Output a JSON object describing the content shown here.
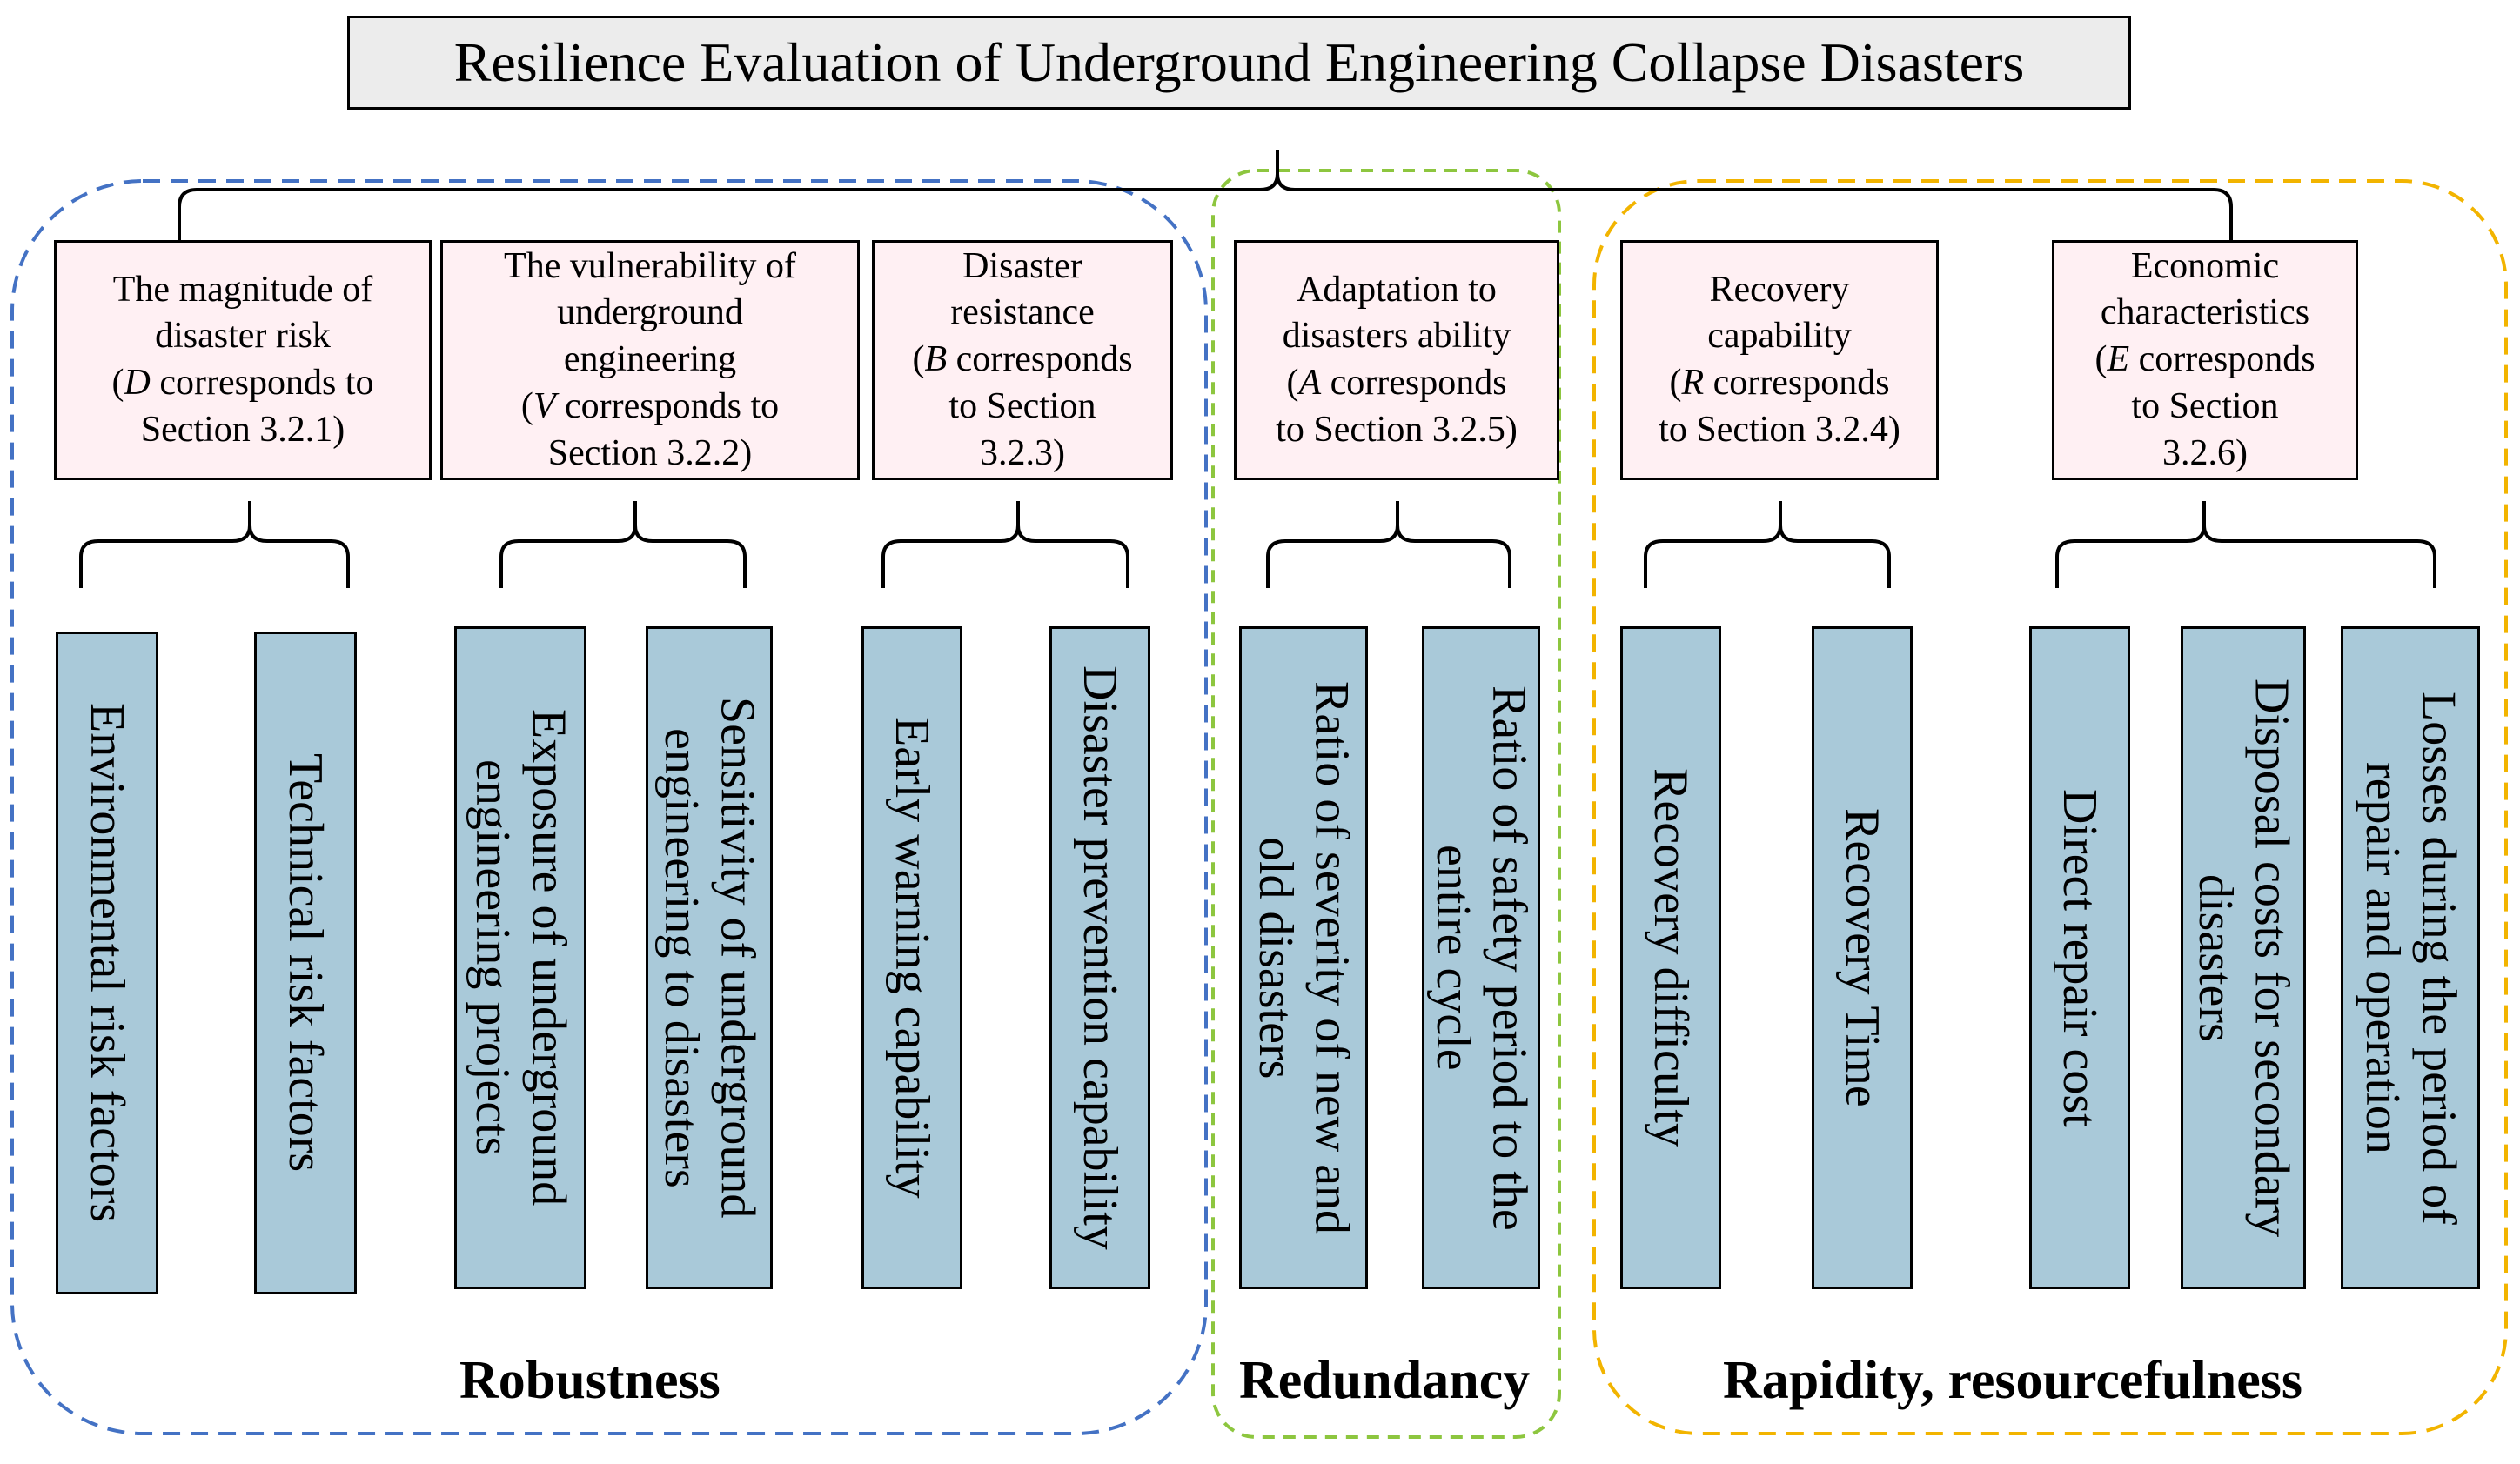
{
  "title": "Resilience Evaluation of Underground Engineering Collapse Disasters",
  "groups": [
    {
      "label": "Robustness",
      "color": "#4472c4"
    },
    {
      "label": "Redundancy",
      "color": "#8dc63f"
    },
    {
      "label": "Rapidity, resourcefulness",
      "color": "#f2b400"
    }
  ],
  "criteria": [
    {
      "lines": [
        "The magnitude of",
        "disaster risk",
        "(<i>D</i> corresponds to",
        "Section 3.2.1)"
      ]
    },
    {
      "lines": [
        "The vulnerability  of",
        "underground",
        "engineering",
        "(<i>V</i> corresponds to",
        "Section 3.2.2)"
      ]
    },
    {
      "lines": [
        "Disaster",
        "resistance",
        "(<i>B</i> corresponds",
        "to Section",
        "3.2.3)"
      ]
    },
    {
      "lines": [
        "Adaptation to",
        "disasters ability",
        "(<i>A</i> corresponds",
        "to Section 3.2.5)"
      ]
    },
    {
      "lines": [
        "Recovery",
        "capability",
        "(<i>R</i> corresponds",
        "to Section 3.2.4)"
      ]
    },
    {
      "lines": [
        "Economic",
        "characteristics",
        "(<i>E</i> corresponds",
        "to Section",
        "3.2.6)"
      ]
    }
  ],
  "indicators": [
    {
      "lines": [
        "Environmental risk factors"
      ]
    },
    {
      "lines": [
        "Technical risk factors"
      ]
    },
    {
      "lines": [
        "Exposure of underground",
        "engineering projects"
      ]
    },
    {
      "lines": [
        "Sensitivity of underground",
        "engineering to disasters"
      ]
    },
    {
      "lines": [
        "Early warning capability"
      ]
    },
    {
      "lines": [
        "Disaster prevention capability"
      ]
    },
    {
      "lines": [
        "Ratio of severity of new and",
        "old disasters"
      ]
    },
    {
      "lines": [
        "Ratio of safety period to the",
        "entire cycle"
      ]
    },
    {
      "lines": [
        "Recovery difficulty"
      ]
    },
    {
      "lines": [
        "Recovery Time"
      ]
    },
    {
      "lines": [
        "Direct repair cost"
      ]
    },
    {
      "lines": [
        "Disposal costs for secondary",
        "disasters"
      ]
    },
    {
      "lines": [
        "Losses during the period of",
        "repair and operation"
      ]
    }
  ]
}
